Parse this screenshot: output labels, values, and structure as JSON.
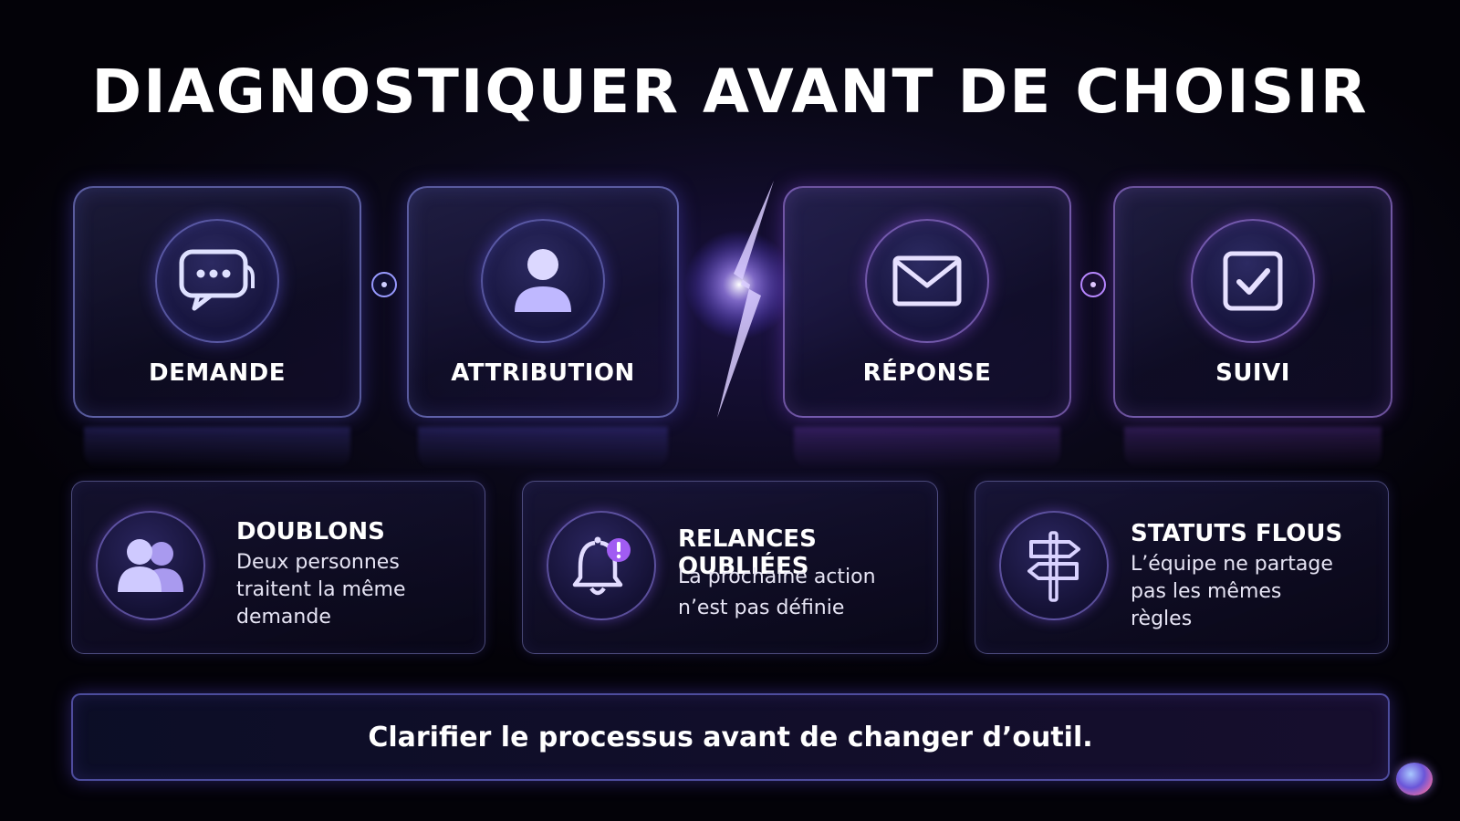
{
  "title": "DIAGNOSTIQUER AVANT DE CHOISIR",
  "steps": [
    {
      "label": "DEMANDE",
      "icon": "chat-bubble-icon"
    },
    {
      "label": "ATTRIBUTION",
      "icon": "user-icon"
    },
    {
      "label": "RÉPONSE",
      "icon": "envelope-icon"
    },
    {
      "label": "SUIVI",
      "icon": "checkbox-icon"
    }
  ],
  "problems": [
    {
      "title": "DOUBLONS",
      "desc": [
        "Deux personnes",
        "traitent la même",
        "demande"
      ],
      "icon": "users-icon"
    },
    {
      "title": "RELANCES OUBLIÉES",
      "desc": [
        "La prochaine action",
        "n’est pas définie"
      ],
      "icon": "bell-alert-icon"
    },
    {
      "title": "STATUTS FLOUS",
      "desc": [
        "L’équipe ne partage",
        "pas les mêmes",
        "règles"
      ],
      "icon": "signpost-icon"
    }
  ],
  "banner": "Clarifier le processus avant de changer d’outil.",
  "colors": {
    "accent_blue": "#7b7dff",
    "accent_purple": "#b27cff",
    "background": "#05040d"
  }
}
